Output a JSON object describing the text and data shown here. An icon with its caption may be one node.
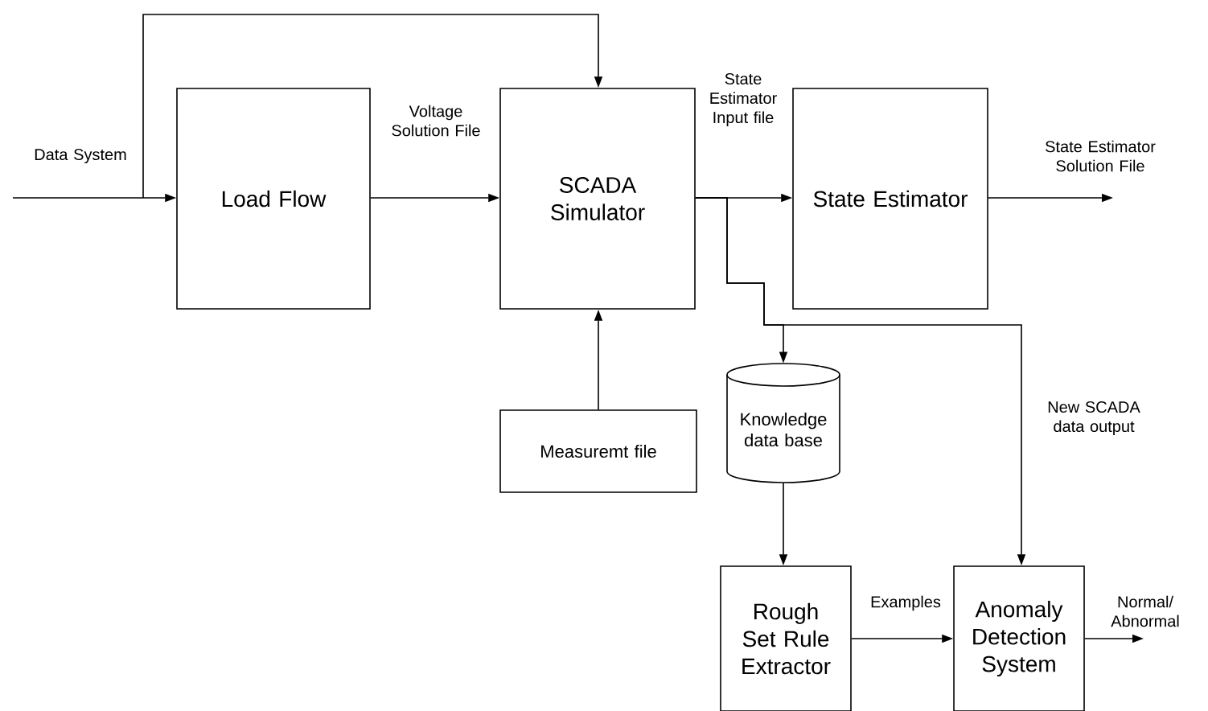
{
  "diagram": {
    "nodes": [
      {
        "text": [
          "Load Flow"
        ]
      },
      {
        "text": [
          "SCADA Simulator"
        ]
      },
      {
        "text": [
          "State Estimator"
        ]
      },
      {
        "text": [
          "Measuremt file"
        ]
      },
      {
        "text": [
          "Knowledge data base"
        ]
      },
      {
        "text": [
          "Rough Set Rule Extractor"
        ]
      },
      {
        "text": [
          "Anomaly Detection System"
        ]
      }
    ],
    "edges": [
      {
        "from": null,
        "to": 0,
        "arrow": "to",
        "label": "Data System"
      },
      {
        "from": null,
        "to": 1,
        "arrow": "to"
      },
      {
        "from": 0,
        "to": 1,
        "arrow": "to",
        "label": "Voltage Solution File"
      },
      {
        "from": 1,
        "to": 2,
        "arrow": "to",
        "label": "State Estimator Input file"
      },
      {
        "from": 1,
        "to": 4,
        "arrow": "to"
      },
      {
        "from": 1,
        "to": 6,
        "arrow": "to",
        "label": "New SCADA data output"
      },
      {
        "from": 2,
        "to": null,
        "arrow": "to",
        "label": "State Estimator Solution File"
      },
      {
        "from": 3,
        "to": 1,
        "arrow": "to"
      },
      {
        "from": 4,
        "to": 5,
        "arrow": "to"
      },
      {
        "from": 5,
        "to": 6,
        "arrow": "to",
        "label": "Examples"
      },
      {
        "from": 6,
        "to": null,
        "arrow": "to",
        "label": "Normal/ Abnormal"
      }
    ]
  }
}
